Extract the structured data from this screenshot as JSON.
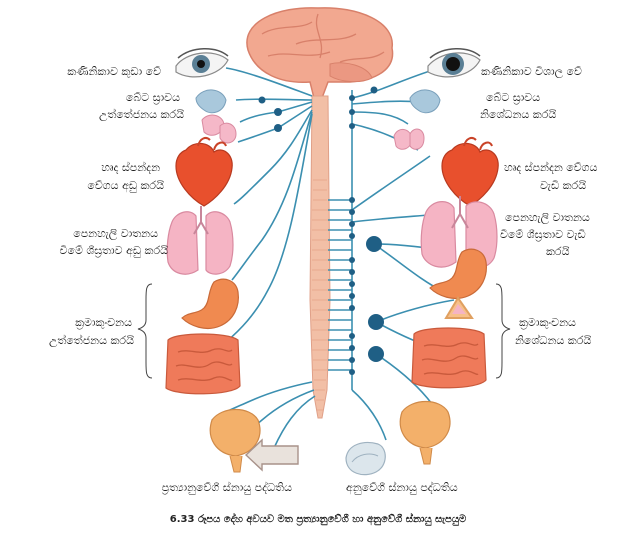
{
  "left": {
    "pupil": "කණිනිකාව කුඩා වේ",
    "saliva": [
      "බේට ස්‍රාවය",
      "උත්තේජනය කරයි"
    ],
    "heart": [
      "හෘද ස්පන්දන",
      "වේගය අඩු කරයි"
    ],
    "lung": [
      "පෙනහැලි වාතනය",
      "වීමේ ශීඝ්‍රතාව අඩු කරයි"
    ],
    "peristalsis": [
      "ක්‍රමාකුංචනය",
      "උත්තේජනය කරයි"
    ],
    "system": "ප්‍රත්‍යානුවේගී ස්නායු පද්ධතිය"
  },
  "right": {
    "pupil": "කණිනිකාව විශාල වේ",
    "saliva": [
      "බේට ස්‍රාවය",
      "නිශේධනය කරයි"
    ],
    "heart": [
      "හෘද ස්පන්දන වේගය",
      "වැඩි කරයි"
    ],
    "lung": [
      "පෙනහැලි වාතනය",
      "වීමේ ශීඝ්‍රතාව වැඩි",
      "කරයි"
    ],
    "peristalsis": [
      "ක්‍රමාකුංචනය",
      "නිශේධනය කරයි"
    ],
    "system": "අනුවේගී ස්නායු පද්ධතිය"
  },
  "caption": "6.33 රූපය   දේහ අවයව මත ප්‍රත්‍යානුවේගී හා අනුවේගී ස්නායු සැපයුම",
  "colors": {
    "nerve": "#3b8fb0",
    "node": "#1f5f85",
    "cord": "#f2bfa6",
    "brain": "#f2a890",
    "heart": "#e8502d",
    "lung": "#f5b4c4",
    "stomach": "#f08a50",
    "intestine": "#ef7a5a",
    "bladder": "#f3b06a"
  },
  "icons": [
    "eye-icon",
    "brain-icon",
    "heart-icon",
    "lung-icon",
    "stomach-icon",
    "intestine-icon",
    "bladder-icon",
    "gland-icon",
    "arrow-icon"
  ]
}
